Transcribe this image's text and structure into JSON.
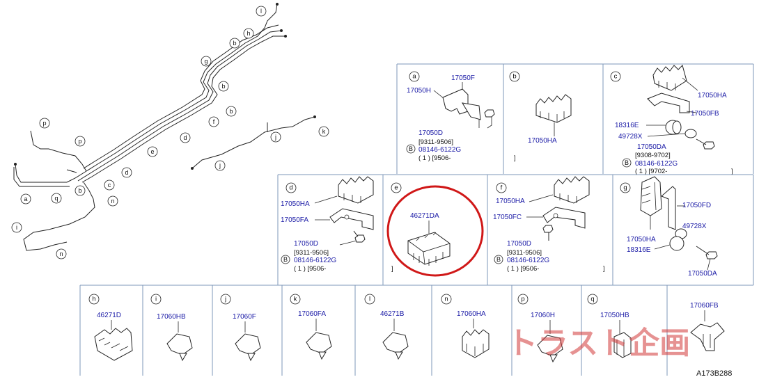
{
  "overview": {
    "labels": [
      "l",
      "h",
      "b",
      "g",
      "b",
      "b",
      "f",
      "e",
      "d",
      "d",
      "c",
      "b",
      "a",
      "q",
      "p",
      "p",
      "i",
      "n",
      "n",
      "j",
      "k"
    ]
  },
  "panels": {
    "a": {
      "letter": "a",
      "p1": "17050F",
      "p2": "17050H",
      "p3": "17050D",
      "date1": "[9311-9506]",
      "circle": "B",
      "p4": "08146-6122G",
      "qty": "( 1 ) [9506-",
      "close": "]"
    },
    "b": {
      "letter": "b",
      "p1": "17050HA"
    },
    "c": {
      "letter": "c",
      "p1": "17050HA",
      "p2": "17050FB",
      "p3": "18316E",
      "p4": "49728X",
      "p5": "17050DA",
      "date1": "[9308-9702]",
      "circle": "B",
      "p6": "08146-6122G",
      "qty": "( 1 ) [9702-",
      "close": "]"
    },
    "d": {
      "letter": "d",
      "p1": "17050HA",
      "p2": "17050FA",
      "p3": "17050D",
      "date1": "[9311-9506]",
      "circle": "B",
      "p4": "08146-6122G",
      "qty": "( 1 ) [9506-"
    },
    "e": {
      "letter": "e",
      "p1": "46271DA",
      "close": "]"
    },
    "f": {
      "letter": "f",
      "p1": "17050HA",
      "p2": "17050FC",
      "p3": "17050D",
      "date1": "[9311-9506]",
      "circle": "B",
      "p4": "08146-6122G",
      "qty": "( 1 ) [9506-",
      "close": "]"
    },
    "g": {
      "letter": "g",
      "p1": "17050FD",
      "p2": "49728X",
      "p3": "17050HA",
      "p4": "18316E",
      "p5": "17050DA"
    }
  },
  "bottom": [
    {
      "letter": "h",
      "part": "46271D"
    },
    {
      "letter": "i",
      "part": "17060HB"
    },
    {
      "letter": "j",
      "part": "17060F"
    },
    {
      "letter": "k",
      "part": "17060FA"
    },
    {
      "letter": "l",
      "part": "46271B"
    },
    {
      "letter": "n",
      "part": "17060HA"
    },
    {
      "letter": "p",
      "part": "17060H"
    },
    {
      "letter": "q",
      "part": "17050HB"
    },
    {
      "letter": "",
      "part": "17060FB"
    }
  ],
  "diagram_code": "A173B288",
  "watermark": "トラスト企画",
  "highlight_color": "#d01818"
}
